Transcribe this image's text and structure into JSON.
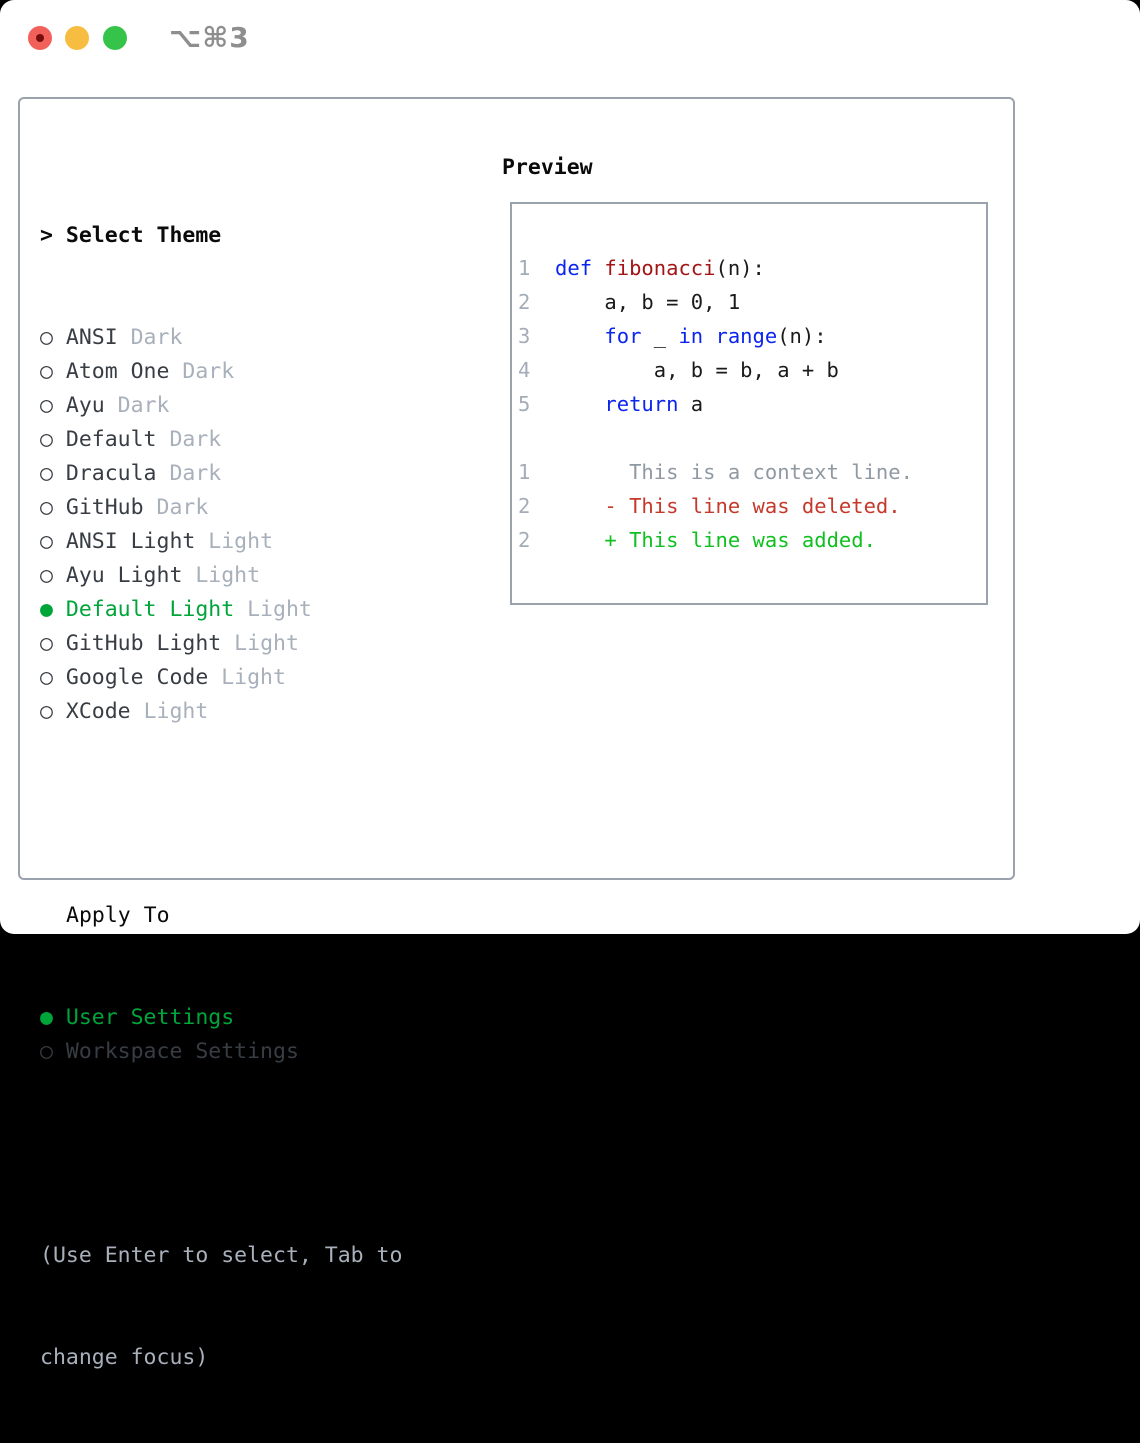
{
  "window": {
    "title_shortcut": "⌥⌘3"
  },
  "colors": {
    "traffic_red": "#f2605a",
    "traffic_red_dot": "#750d0d",
    "traffic_yellow": "#f6bd40",
    "traffic_green": "#36c34a",
    "selected_green": "#00a53a",
    "name_gray": "#383d44",
    "muted_gray": "#a8b0bb",
    "line_number_gray": "#a4acb8",
    "context_gray": "#8f99a3",
    "keyword_blue": "#0b24ee",
    "function_red": "#a31515",
    "deleted_red": "#c5392b",
    "added_green": "#10c020",
    "border_gray": "#9aa2ad"
  },
  "theme_picker": {
    "prompt": "> ",
    "title": "Select Theme",
    "radio_on": "●",
    "radio_off": "○",
    "themes": [
      {
        "name": "ANSI",
        "variant": "Dark",
        "selected": false
      },
      {
        "name": "Atom One",
        "variant": "Dark",
        "selected": false
      },
      {
        "name": "Ayu",
        "variant": "Dark",
        "selected": false
      },
      {
        "name": "Default",
        "variant": "Dark",
        "selected": false
      },
      {
        "name": "Dracula",
        "variant": "Dark",
        "selected": false
      },
      {
        "name": "GitHub",
        "variant": "Dark",
        "selected": false
      },
      {
        "name": "ANSI Light",
        "variant": "Light",
        "selected": false
      },
      {
        "name": "Ayu Light",
        "variant": "Light",
        "selected": false
      },
      {
        "name": "Default Light",
        "variant": "Light",
        "selected": true
      },
      {
        "name": "GitHub Light",
        "variant": "Light",
        "selected": false
      },
      {
        "name": "Google Code",
        "variant": "Light",
        "selected": false
      },
      {
        "name": "XCode",
        "variant": "Light",
        "selected": false
      }
    ]
  },
  "apply_to": {
    "title": "Apply To",
    "options": [
      {
        "label": "User Settings",
        "selected": true
      },
      {
        "label": "Workspace Settings",
        "selected": false
      }
    ]
  },
  "hint": {
    "line1": "(Use Enter to select, Tab to",
    "line2": "change focus)"
  },
  "preview": {
    "title": "Preview",
    "lines": [
      [
        {
          "t": "1  ",
          "s": "num"
        },
        {
          "t": "def",
          "s": "kw"
        },
        {
          "t": " ",
          "s": "plain"
        },
        {
          "t": "fibonacci",
          "s": "fn"
        },
        {
          "t": "(n):",
          "s": "plain"
        }
      ],
      [
        {
          "t": "2  ",
          "s": "num"
        },
        {
          "t": "    a, b = 0, 1",
          "s": "plain"
        }
      ],
      [
        {
          "t": "3  ",
          "s": "num"
        },
        {
          "t": "    ",
          "s": "plain"
        },
        {
          "t": "for",
          "s": "kw"
        },
        {
          "t": " _ ",
          "s": "plain"
        },
        {
          "t": "in",
          "s": "kw"
        },
        {
          "t": " ",
          "s": "plain"
        },
        {
          "t": "range",
          "s": "kw"
        },
        {
          "t": "(n):",
          "s": "plain"
        }
      ],
      [
        {
          "t": "4  ",
          "s": "num"
        },
        {
          "t": "        a, b = b, a + b",
          "s": "plain"
        }
      ],
      [
        {
          "t": "5  ",
          "s": "num"
        },
        {
          "t": "    ",
          "s": "plain"
        },
        {
          "t": "return",
          "s": "kw"
        },
        {
          "t": " a",
          "s": "plain"
        }
      ],
      [],
      [
        {
          "t": "1",
          "s": "num"
        },
        {
          "t": "        ",
          "s": "plain"
        },
        {
          "t": "This is a context line.",
          "s": "ctx"
        }
      ],
      [
        {
          "t": "2",
          "s": "num"
        },
        {
          "t": "      ",
          "s": "plain"
        },
        {
          "t": "- This line was deleted.",
          "s": "del"
        }
      ],
      [
        {
          "t": "2",
          "s": "num"
        },
        {
          "t": "      ",
          "s": "plain"
        },
        {
          "t": "+ This line was added.",
          "s": "add"
        }
      ]
    ]
  }
}
